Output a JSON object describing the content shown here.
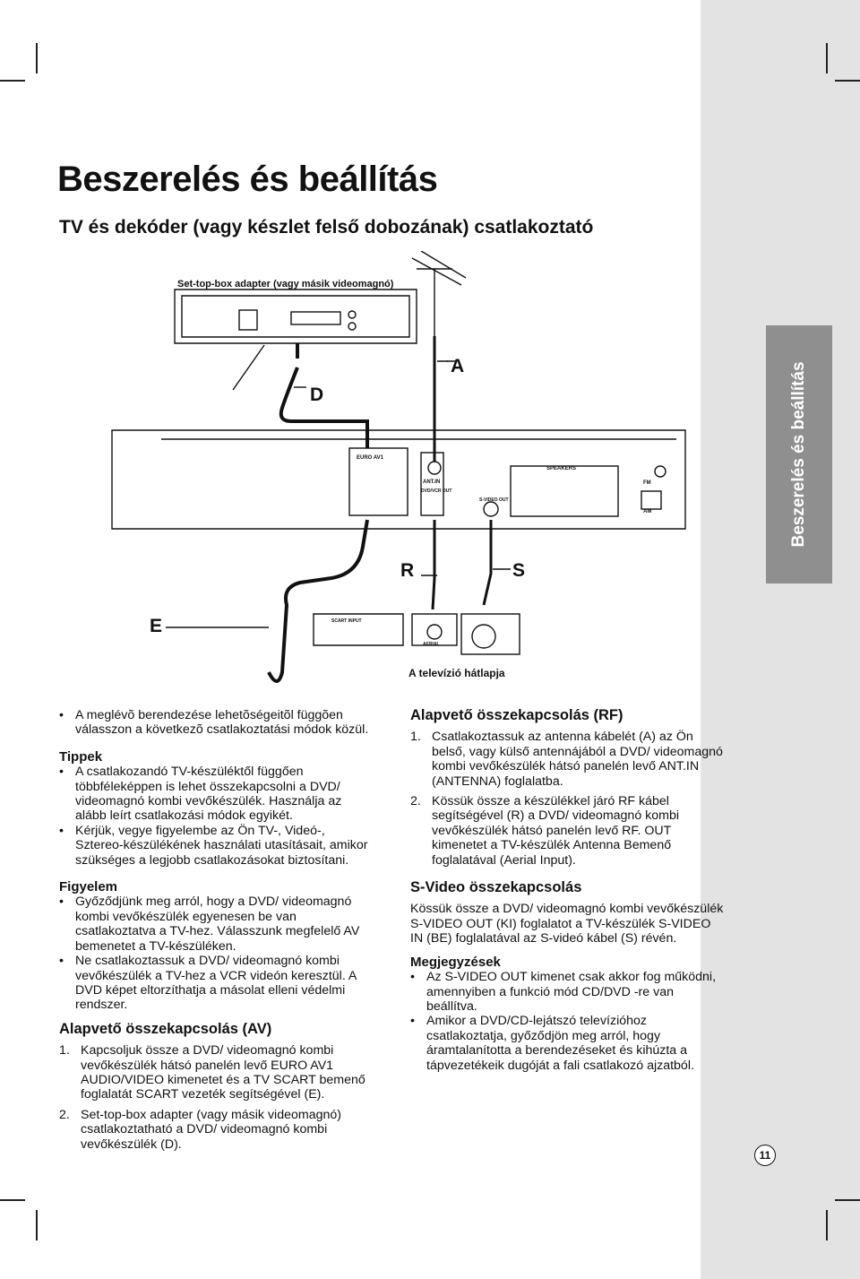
{
  "side_tab": "Beszerelés és beállítás",
  "title": "Beszerelés és beállítás",
  "subtitle": "TV és  dekóder (vagy készlet felső dobozának) csatlakoztató",
  "diagram": {
    "settop_label": "Set-top-box adapter (vagy másik videomagnó)",
    "label_a": "A",
    "label_d": "D",
    "label_r": "R",
    "label_s": "S",
    "label_e": "E",
    "tv_back_label": "A televízió hátlapja",
    "unit_texts": {
      "euro_av1": "EURO AV1",
      "ant_in": "ANT.IN",
      "rf_out": "DVD/VCR OUT",
      "svideo_out": "S-VIDEO OUT",
      "speakers": "SPEAKERS",
      "fm": "FM",
      "am": "AM"
    },
    "tv_texts": {
      "scart_input": "SCART INPUT",
      "aerial": "AERIAL"
    }
  },
  "left_col": {
    "intro": "A meglévõ berendezése lehetõségeitõl függõen válasszon a következõ csatlakoztatási módok közül.",
    "tips_head": "Tippek",
    "tips": [
      "A csatlakozandó TV-készüléktől függően többféleképpen is lehet összekapcsolni a DVD/ videomagnó kombi vevőkészülék. Használja az alább leírt csatlakozási módok egyikét.",
      "Kérjük, vegye figyelembe az Ön TV-, Videó-, Sztereo-készülékének használati utasításait, amikor szükséges a legjobb csatlakozásokat biztosítani."
    ],
    "warn_head": "Figyelem",
    "warns": [
      "Győződjünk meg arról, hogy a DVD/ videomagnó kombi vevőkészülék egyenesen be van csatlakoztatva a TV-hez. Válasszunk megfelelő AV bemenetet a TV-készüléken.",
      "Ne csatlakoztassuk a DVD/ videomagnó kombi vevőkészülék a TV-hez a VCR videón keresztül. A DVD képet eltorzíthatja a másolat elleni védelmi rendszer."
    ],
    "av_head": "Alapvető összekapcsolás (AV)",
    "av_steps": [
      {
        "n": "1.",
        "t": "Kapcsoljuk össze a DVD/ videomagnó kombi vevőkészülék hátsó panelén levő EURO AV1 AUDIO/VIDEO kimenetet és a TV SCART bemenő foglalatát SCART vezeték segítségével (E)."
      },
      {
        "n": "2.",
        "t": "Set-top-box adapter (vagy másik videomagnó) csatlakoztatható a DVD/ videomagnó kombi vevőkészülék (D)."
      }
    ]
  },
  "right_col": {
    "rf_head": "Alapvető összekapcsolás (RF)",
    "rf_steps": [
      {
        "n": "1.",
        "t": "Csatlakoztassuk az antenna kábelét (A) az Ön belső, vagy külső antennájából a DVD/ videomagnó kombi vevőkészülék hátsó panelén levő ANT.IN (ANTENNA) foglalatba."
      },
      {
        "n": "2.",
        "t": "Kössük össze a készülékkel járó RF kábel segítségével (R) a DVD/ videomagnó kombi vevőkészülék hátsó panelén levő RF. OUT kimenetet a TV-készülék Antenna Bemenő foglalatával (Aerial Input)."
      }
    ],
    "sv_head": "S-Video összekapcsolás",
    "sv_text": "Kössük össze a DVD/ videomagnó kombi vevőkészülék S-VIDEO OUT (KI) foglalatot a TV-készülék S-VIDEO IN (BE) foglalatával az S-videó kábel (S) révén.",
    "notes_head": "Megjegyzések",
    "notes": [
      "Az S-VIDEO OUT kimenet csak akkor fog működni, amennyiben a funkció mód CD/DVD -re van beállítva.",
      "Amikor a DVD/CD-lejátszó televízióhoz csatlakoztatja, győződjön meg arról, hogy áramtalanította a berendezéseket és kihúzta a tápvezetékeik dugóját a fali csatlakozó ajzatból."
    ]
  },
  "page_number": "11"
}
